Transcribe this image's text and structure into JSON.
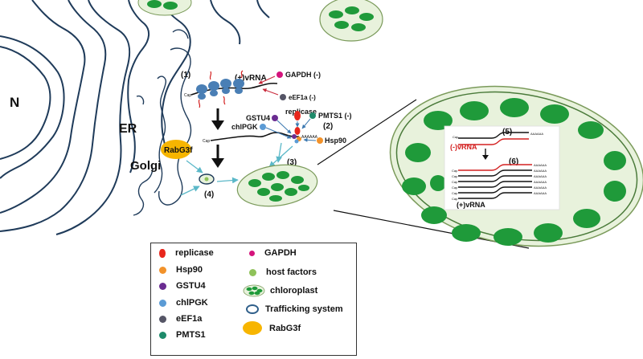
{
  "labels": {
    "nucleus": "N",
    "er": "ER",
    "golgi": "Golgi",
    "rabg3f": "RabG3f",
    "step1": "(1)",
    "step2": "(2)",
    "step3": "(3)",
    "step4": "(4)",
    "step5": "(5)",
    "step6": "(6)",
    "plus_vrna": "(+)vRNA",
    "minus_vrna": "(-)vRNA",
    "plus_vrna_inset": "(+)vRNA",
    "gapdh": "GAPDH (-)",
    "eef1a": "eEF1a (-)",
    "replicase": "replicase",
    "pmts1": "PMTS1 (-)",
    "gstu4": "GSTU4",
    "chlpgk": "chlPGK",
    "hsp90": "Hsp90",
    "cap": "Cap",
    "polya": "AAAAAA"
  },
  "legend": {
    "items": [
      {
        "label": "replicase",
        "color": "#e8261c"
      },
      {
        "label": "Hsp90",
        "color": "#f2922a"
      },
      {
        "label": "GSTU4",
        "color": "#6a2c91"
      },
      {
        "label": "chlPGK",
        "color": "#5b9bd5"
      },
      {
        "label": "eEF1a",
        "color": "#555566"
      },
      {
        "label": "PMTS1",
        "color": "#1e8a6a"
      },
      {
        "label": "RabG3f",
        "color": "#f7b500"
      },
      {
        "label": "GAPDH",
        "color": "#d4147c"
      },
      {
        "label": "host factors",
        "color": "#8fc25a"
      },
      {
        "label": "chloroplast",
        "icon": "chloroplast-icon"
      },
      {
        "label": "Trafficking system",
        "icon": "vesicle-ring-icon"
      }
    ]
  },
  "colors": {
    "membrane": "#1f3b5a",
    "chloroplast_fill": "#1f9a3a",
    "chloroplast_bg": "#e8f2dc",
    "arrow_cyan": "#5bb8c8",
    "vrna_red": "#d32020",
    "ribosome": "#4a7fb5"
  }
}
